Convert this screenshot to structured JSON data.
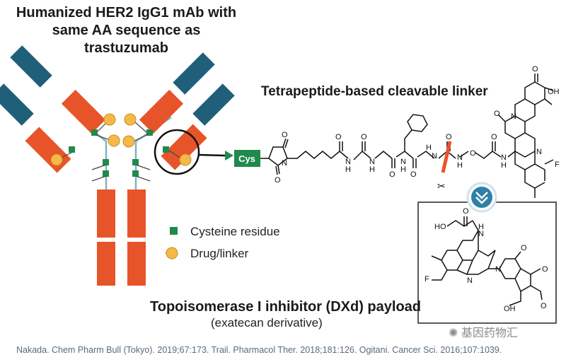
{
  "antibody_title": [
    "Humanized HER2 IgG1 mAb with",
    "same AA sequence as",
    "trastuzumab"
  ],
  "linker_title": "Tetrapeptide-based cleavable linker",
  "cys_label": "Cys",
  "legend": {
    "cysteine": "Cysteine residue",
    "drug_linker": "Drug/linker"
  },
  "payload_title": "Topoisomerase I inhibitor (DXd) payload",
  "payload_subtitle": "(exatecan derivative)",
  "citation": "Nakada. Chem Pharm Bull (Tokyo). 2019;67:173. Trail. Pharmacol Ther. 2018;181:126. Ogitani. Cancer Sci. 2016;107:1039.",
  "watermark": "基因药物汇",
  "atoms": {
    "O": "O",
    "N": "N",
    "H": "H",
    "F": "F",
    "OH": "OH",
    "HO": "HO"
  },
  "colors": {
    "heavy_chain": "#e8542a",
    "light_chain_variable": "#1f5f7a",
    "drug_linker": "#f5b94a",
    "cysteine": "#1f8a4c",
    "hinge": "#7fb3c8",
    "chevron": "#2f7fa6"
  }
}
